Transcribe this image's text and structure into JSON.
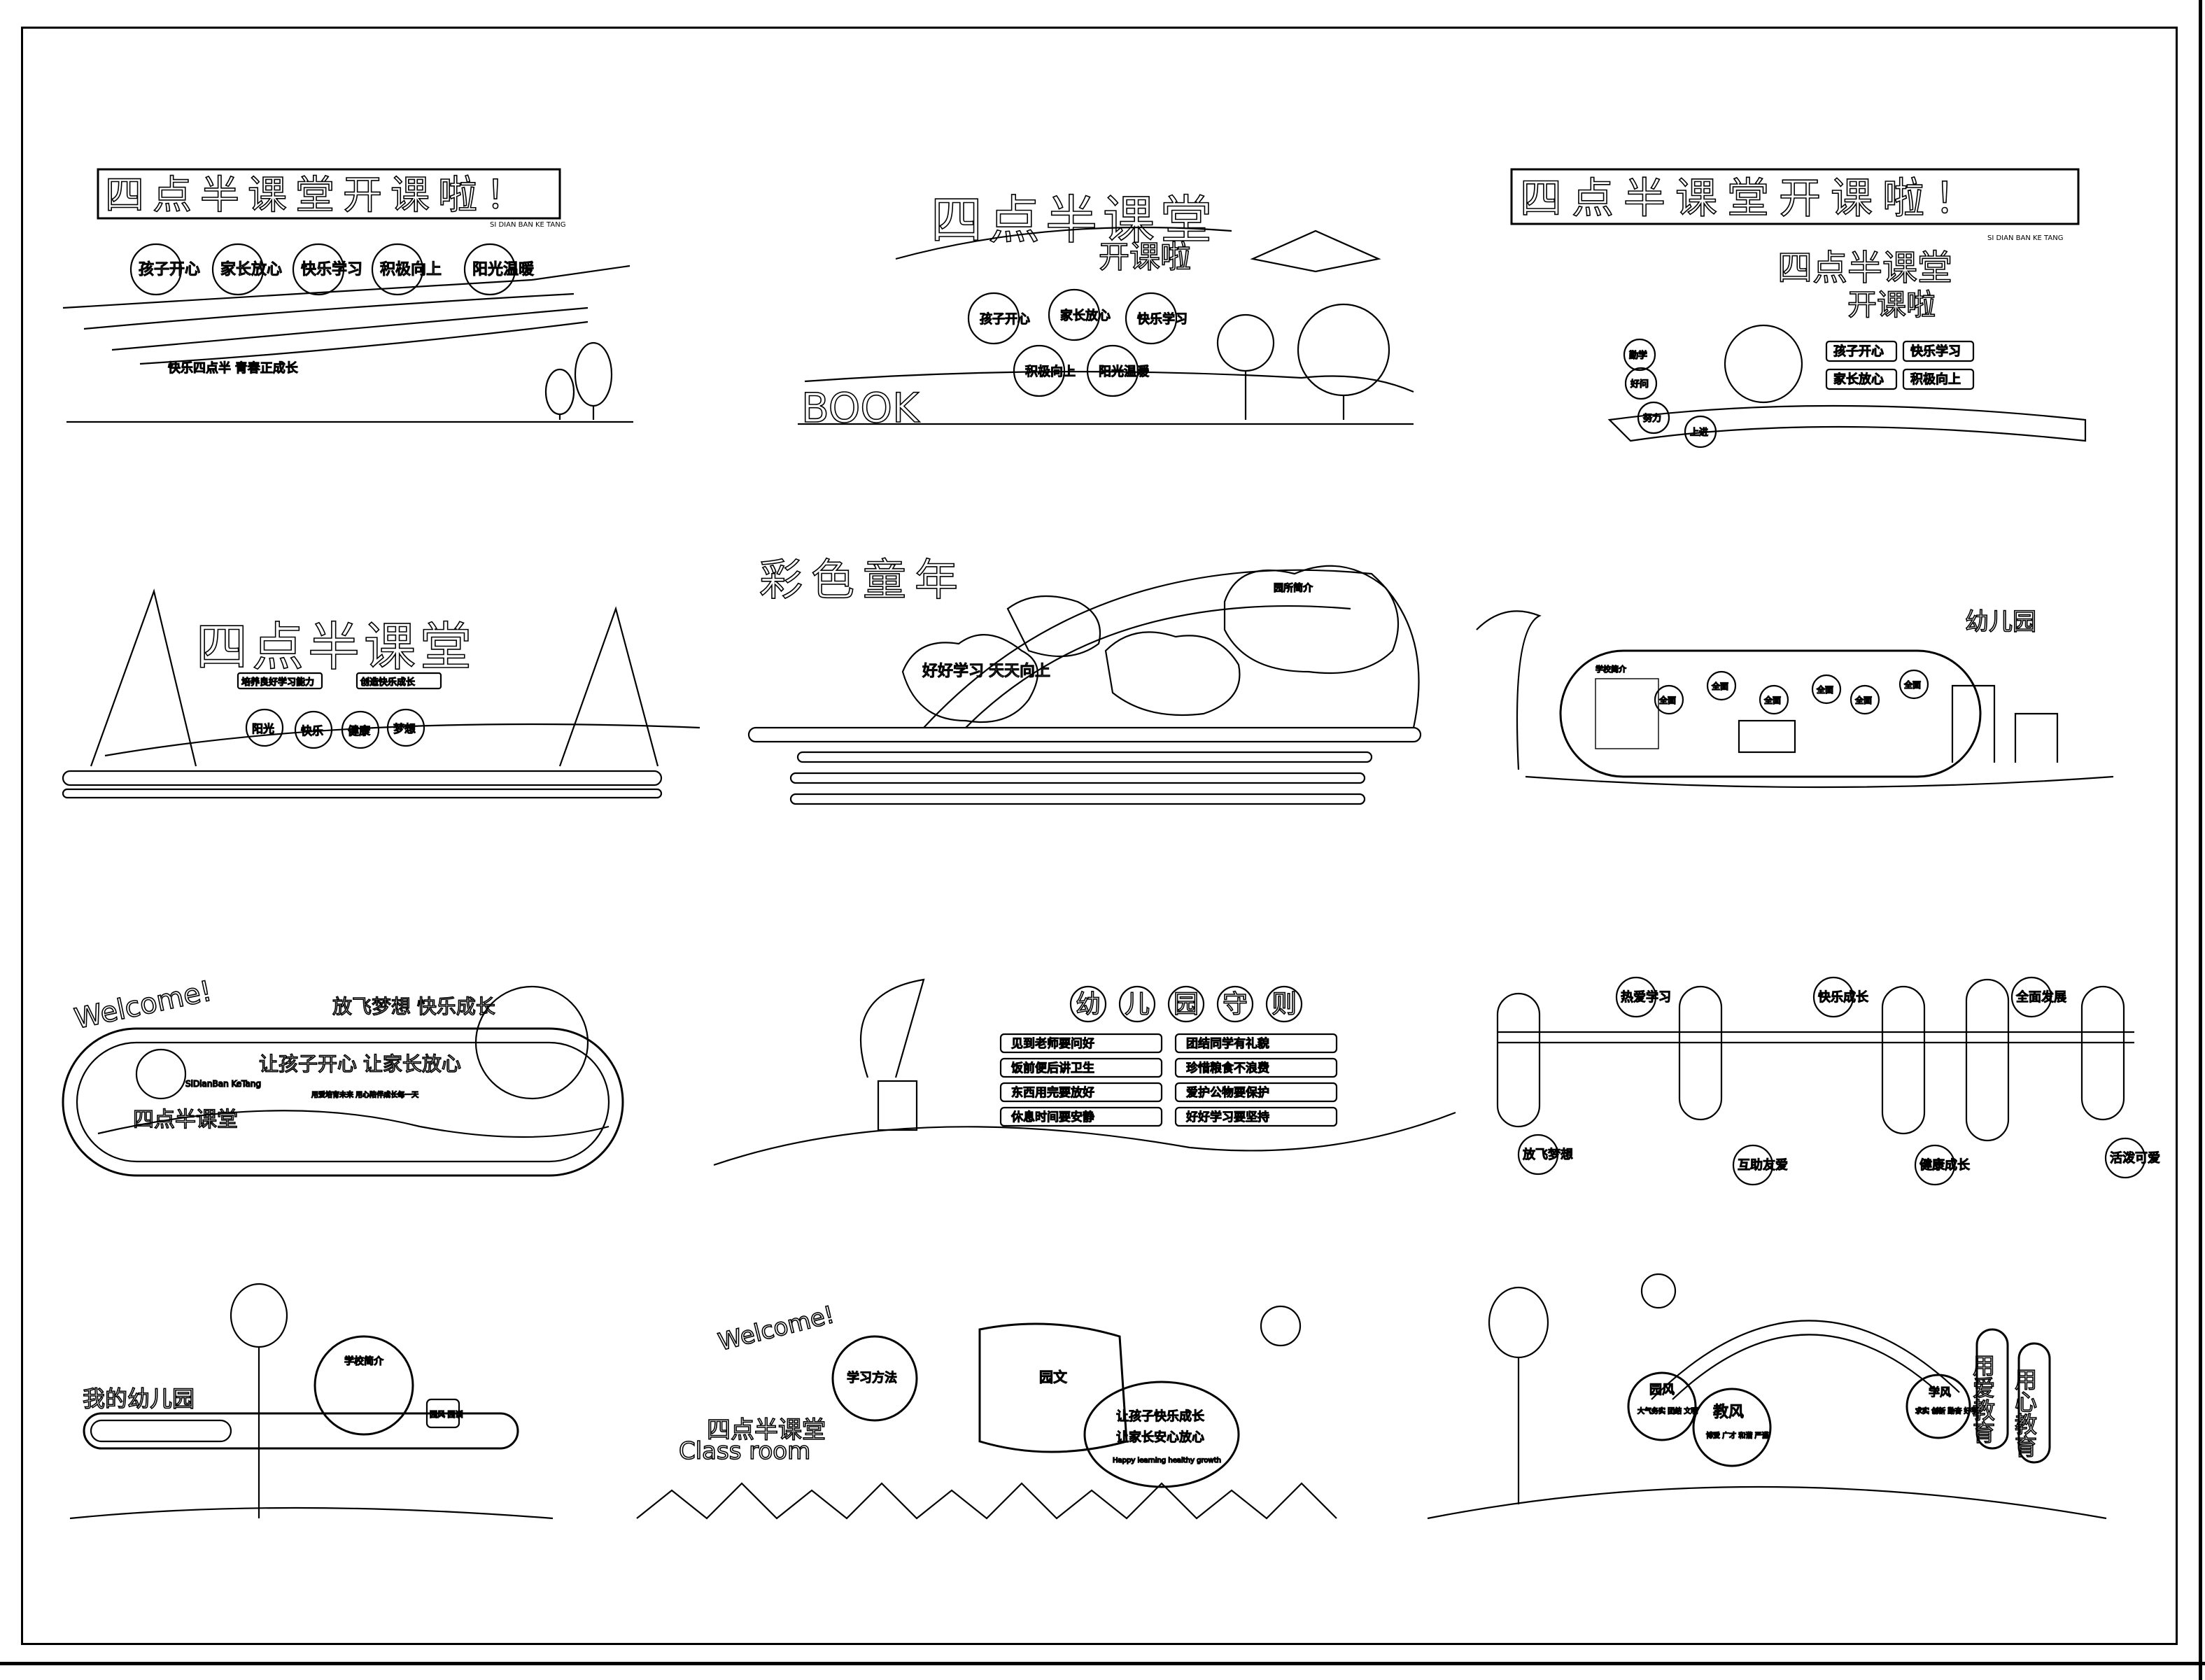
{
  "sheet": {
    "panels": [
      {
        "id": "p1",
        "title": "四点半课堂开课啦！",
        "pinyin": "SI DIAN BAN KE TANG",
        "badges": [
          "孩子开心",
          "家长放心",
          "快乐学习",
          "积极向上",
          "阳光温暖"
        ],
        "slogan": "快乐四点半 青春正成长"
      },
      {
        "id": "p2",
        "title": "四点半课堂",
        "subtitle": "开课啦",
        "badges": [
          "孩子开心",
          "家长放心",
          "快乐学习",
          "积极向上",
          "阳光温暖"
        ],
        "book_word": "BOOK"
      },
      {
        "id": "p3",
        "title": "四点半课堂开课啦！",
        "pinyin": "SI DIAN BAN KE TANG",
        "title2": "四点半课堂",
        "subtitle2": "开课啦",
        "tags": [
          "孩子开心",
          "快乐学习",
          "家长放心",
          "积极向上"
        ],
        "circles": [
          "勤学",
          "好问",
          "努力",
          "上进"
        ]
      },
      {
        "id": "p4",
        "title": "四点半课堂",
        "tags": [
          "培养良好学习能力",
          "创造快乐成长"
        ],
        "badges": [
          "阳光",
          "快乐",
          "健康",
          "梦想"
        ]
      },
      {
        "id": "p5",
        "title": "彩色童年",
        "cloud_text": "好好学习 天天向上",
        "info_title": "园所简介"
      },
      {
        "id": "p6",
        "title": "幼儿园",
        "intro_label": "学校简介",
        "steps": [
          "全面",
          "全面",
          "全面",
          "全面",
          "全面",
          "全面"
        ]
      },
      {
        "id": "p7",
        "welcome": "Welcome!",
        "slogan_top": "放飞梦想 快乐成长",
        "slogan_main": "让孩子开心 让家长放心",
        "pinyin": "SiDianBan KeTang",
        "title": "四点半课堂",
        "note": "用爱培育未来 用心陪伴成长每一天"
      },
      {
        "id": "p8",
        "title": "幼儿园守则",
        "rules_left": [
          "见到老师要问好",
          "饭前便后讲卫生",
          "东西用完要放好",
          "休息时间要安静"
        ],
        "rules_right": [
          "团结同学有礼貌",
          "珍惜粮食不浪费",
          "爱护公物要保护",
          "好好学习要坚持"
        ]
      },
      {
        "id": "p9",
        "circles": [
          "热爱学习",
          "快乐成长",
          "全面发展",
          "放飞梦想",
          "互助友爱",
          "健康成长",
          "活泼可爱"
        ]
      },
      {
        "id": "p10",
        "title": "我的幼儿园",
        "board_title": "学校简介",
        "tag": "园风 园训"
      },
      {
        "id": "p11",
        "welcome": "Welcome!",
        "title": "四点半课堂",
        "title_en": "Class room",
        "study": "学习方法",
        "center": "园文",
        "slogan1": "让孩子快乐成长",
        "slogan2": "让家长安心放心",
        "motto": "Happy learning healthy growth"
      },
      {
        "id": "p12",
        "left_label": "园风",
        "left_text": "大气务实 团结 文明",
        "mid_label": "教风",
        "mid_text": "博爱 广才 和谐 严谨",
        "right_label": "学风",
        "right_text": "求实 创新 勤奋 好学",
        "vertical1": "用爱教育",
        "vertical2": "用心教育"
      }
    ]
  }
}
